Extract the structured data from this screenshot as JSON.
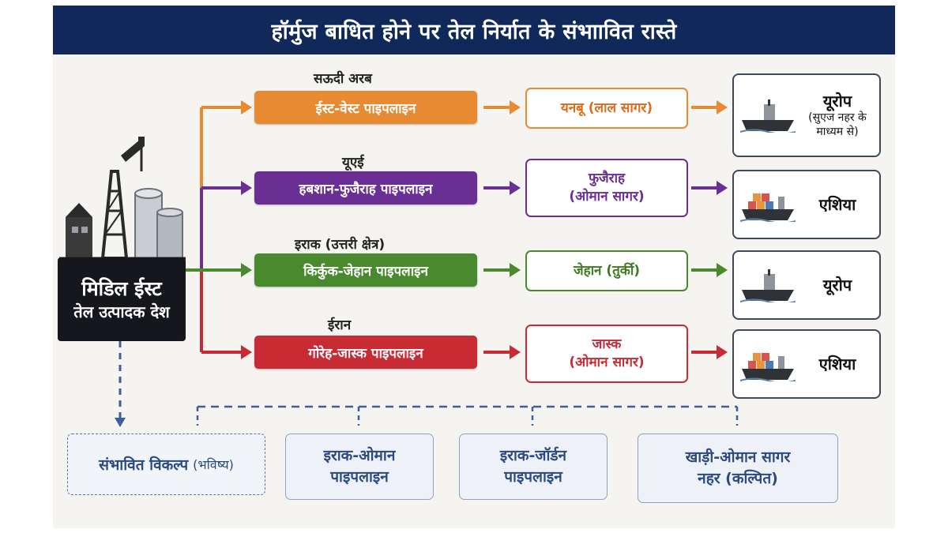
{
  "title": "हॉर्मुज बाधित होने पर तेल निर्यात के संभाावित रास्ते",
  "producer": {
    "line1": "मिडिल ईस्ट",
    "line2": "तेल उत्पादक देश"
  },
  "routes": [
    {
      "region": "सऊदी अरब",
      "pipeline": "ईस्ट-वेस्ट पाइपलाइन",
      "port_line1": "यनबू (लाल सागर)",
      "port_line2": "",
      "destination": "यूरोप",
      "destination_note": "(सुएज नहर के माध्यम से)",
      "ship_icon": "tanker-ship-icon",
      "color": "#e88a32"
    },
    {
      "region": "यूएई",
      "pipeline": "हबशान-फुजैराह पाइपलाइन",
      "port_line1": "फुजैराह",
      "port_line2": "(ओमान सागर)",
      "destination": "एशिया",
      "destination_note": "",
      "ship_icon": "container-ship-icon",
      "color": "#6a2f95"
    },
    {
      "region": "इराक (उत्तरी क्षेत्र)",
      "pipeline": "किर्कुक-जेहान पाइपलाइन",
      "port_line1": "जेहान (तुर्की)",
      "port_line2": "",
      "destination": "यूरोप",
      "destination_note": "",
      "ship_icon": "tanker-ship-icon",
      "color": "#4a8a2e"
    },
    {
      "region": "ईरान",
      "pipeline": "गोरेह-जास्क पाइपलाइन",
      "port_line1": "जास्क",
      "port_line2": "(ओमान सागर)",
      "destination": "एशिया",
      "destination_note": "",
      "ship_icon": "container-ship-icon",
      "color": "#c92b35"
    }
  ],
  "alternatives": {
    "label": "संभावित विकल्प",
    "label_note": "(भविष्य)",
    "items": [
      {
        "line1": "इराक-ओमान",
        "line2": "पाइपलाइन"
      },
      {
        "line1": "इराक-जॉर्डन",
        "line2": "पाइपलाइन"
      },
      {
        "line1": "खाड़ी-ओमान सागर",
        "line2": "नहर (कल्पित)"
      }
    ]
  }
}
